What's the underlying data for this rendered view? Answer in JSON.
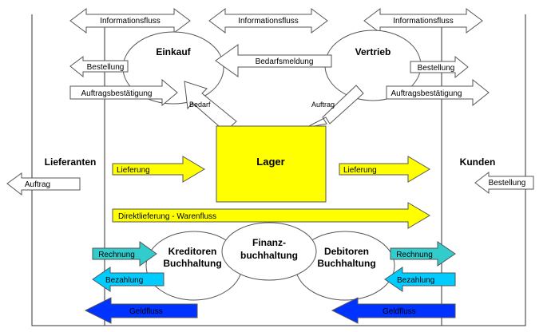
{
  "colors": {
    "white_fill": "#ffffff",
    "yellow_fill": "#ffff00",
    "cyan_fill": "#33cccc",
    "sky_fill": "#00ccff",
    "blue_fill": "#0033ff",
    "stroke": "#555555"
  },
  "labels": {
    "info_left": "Informationsfluss",
    "info_center": "Informationsfluss",
    "info_right": "Informationsfluss",
    "einkauf": "Einkauf",
    "vertrieb": "Vertrieb",
    "bestellung_left": "Bestellung",
    "bestellung_right": "Bestellung",
    "bestellung_kunden": "Bestellung",
    "bedarfsmeldung": "Bedarfsmeldung",
    "auftragsbestaetigung_left": "Auftragsbestätigung",
    "auftragsbestaetigung_right": "Auftragsbestätigung",
    "bedarf": "Bedarf",
    "auftrag_vertrieb": "Auftrag",
    "auftrag_lieferanten": "Auftrag",
    "lager": "Lager",
    "lieferanten": "Lieferanten",
    "kunden": "Kunden",
    "lieferung_left": "Lieferung",
    "lieferung_right": "Lieferung",
    "direktlieferung": "Direktlieferung - Warenfluss",
    "finanz_line1": "Finanz-",
    "finanz_line2": "buchhaltung",
    "kreditoren_line1": "Kreditoren",
    "kreditoren_line2": "Buchhaltung",
    "debitoren_line1": "Debitoren",
    "debitoren_line2": "Buchhaltung",
    "rechnung_left": "Rechnung",
    "rechnung_right": "Rechnung",
    "bezahlung_left": "Bezahlung",
    "bezahlung_right": "Bezahlung",
    "geldfluss_left": "Geldfluss",
    "geldfluss_right": "Geldfluss"
  }
}
